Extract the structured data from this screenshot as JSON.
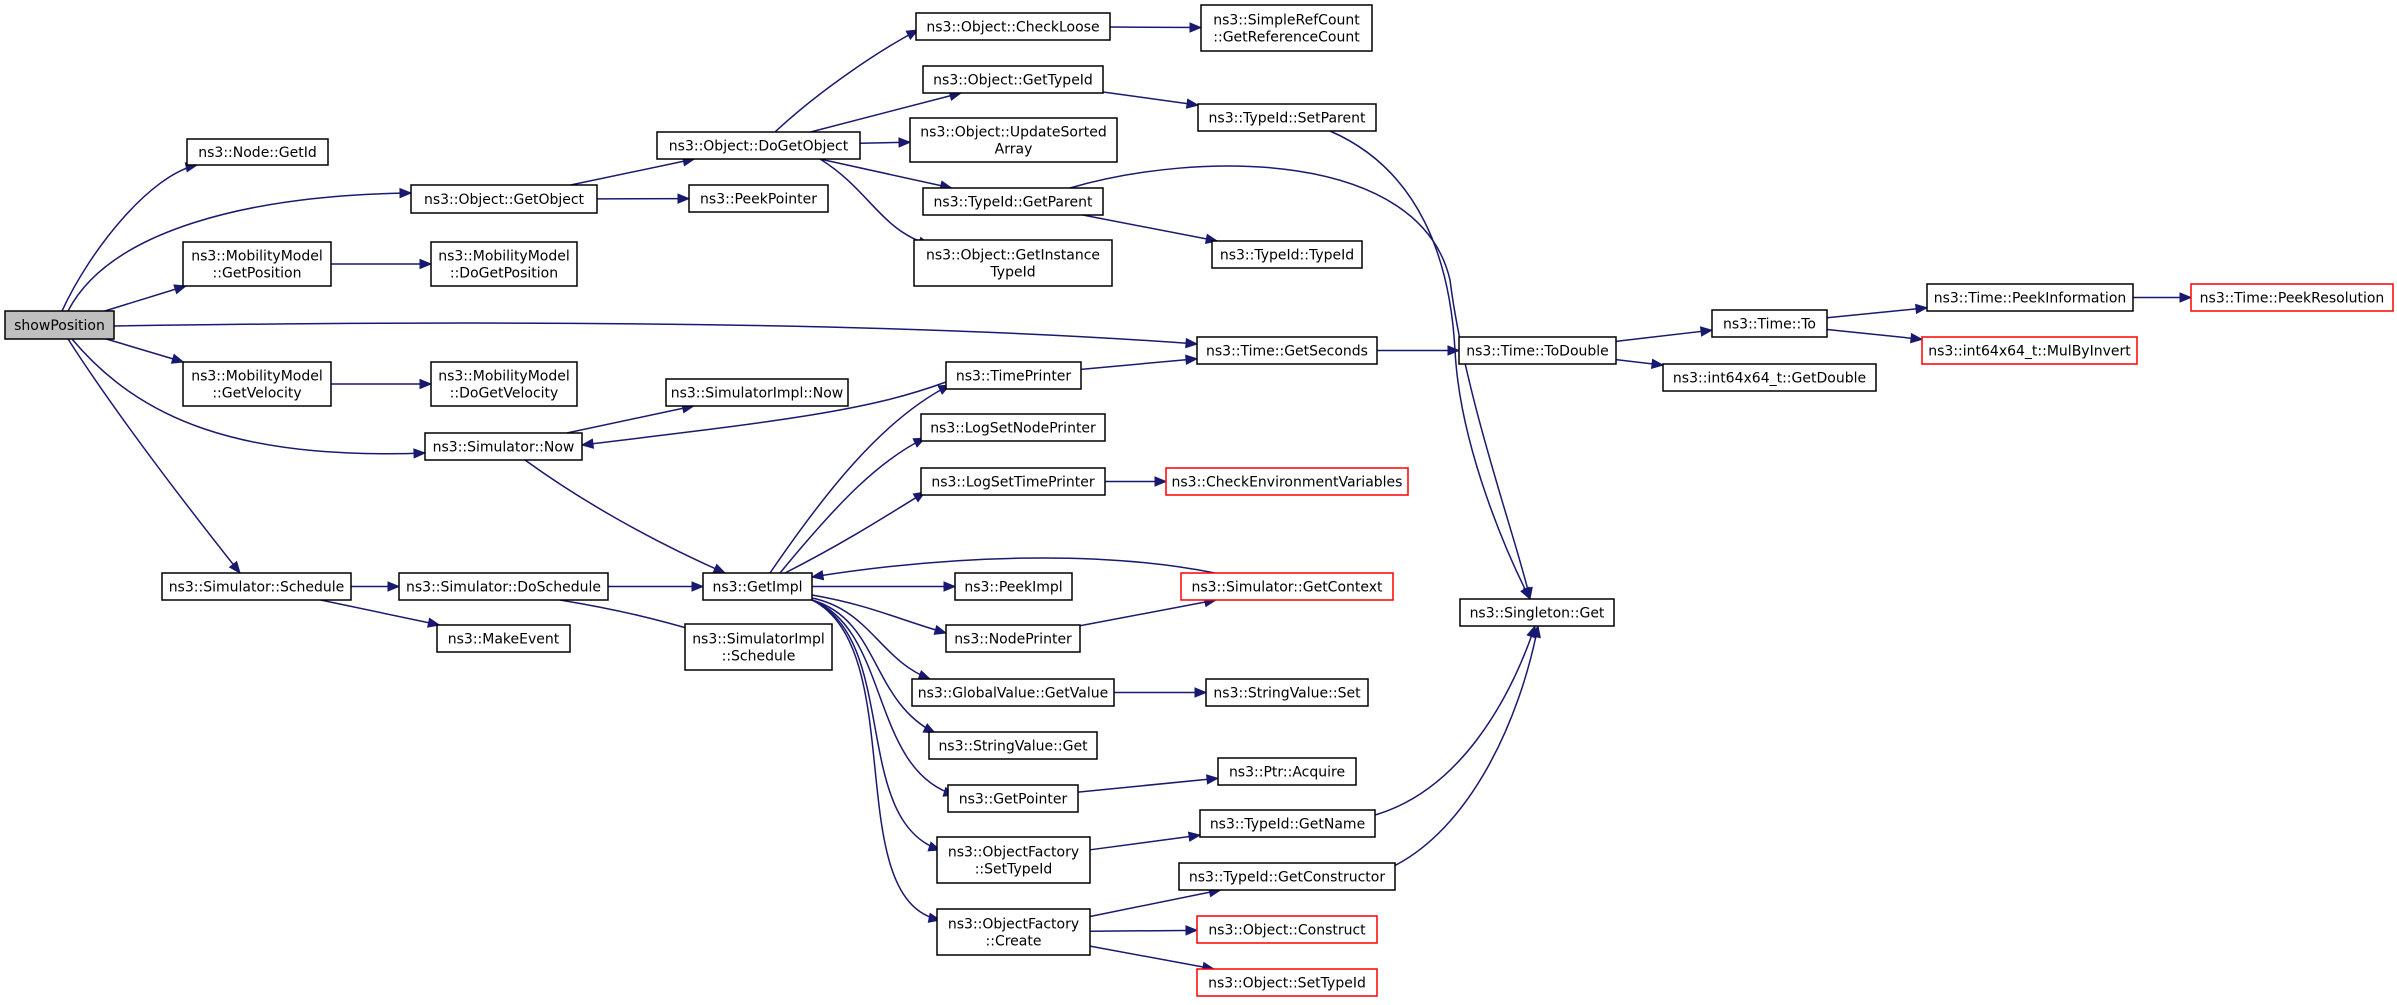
{
  "graph": {
    "nodes": [
      {
        "id": "showPosition",
        "lines": [
          "showPosition"
        ],
        "kind": "root"
      },
      {
        "id": "Node_GetId",
        "lines": [
          "ns3::Node::GetId"
        ]
      },
      {
        "id": "Object_GetObject",
        "lines": [
          "ns3::Object::GetObject"
        ]
      },
      {
        "id": "MobilityModel_GetPosition",
        "lines": [
          "ns3::MobilityModel",
          "::GetPosition"
        ]
      },
      {
        "id": "MobilityModel_GetVelocity",
        "lines": [
          "ns3::MobilityModel",
          "::GetVelocity"
        ]
      },
      {
        "id": "Simulator_Now",
        "lines": [
          "ns3::Simulator::Now"
        ]
      },
      {
        "id": "Simulator_Schedule",
        "lines": [
          "ns3::Simulator::Schedule"
        ]
      },
      {
        "id": "Object_DoGetObject",
        "lines": [
          "ns3::Object::DoGetObject"
        ]
      },
      {
        "id": "PeekPointer",
        "lines": [
          "ns3::PeekPointer"
        ]
      },
      {
        "id": "MobilityModel_DoGetPosition",
        "lines": [
          "ns3::MobilityModel",
          "::DoGetPosition"
        ]
      },
      {
        "id": "MobilityModel_DoGetVelocity",
        "lines": [
          "ns3::MobilityModel",
          "::DoGetVelocity"
        ]
      },
      {
        "id": "SimulatorImpl_Now",
        "lines": [
          "ns3::SimulatorImpl::Now"
        ]
      },
      {
        "id": "Simulator_DoSchedule",
        "lines": [
          "ns3::Simulator::DoSchedule"
        ]
      },
      {
        "id": "MakeEvent",
        "lines": [
          "ns3::MakeEvent"
        ]
      },
      {
        "id": "GetImpl",
        "lines": [
          "ns3::GetImpl"
        ]
      },
      {
        "id": "SimulatorImpl_Schedule",
        "lines": [
          "ns3::SimulatorImpl",
          "::Schedule"
        ]
      },
      {
        "id": "Object_CheckLoose",
        "lines": [
          "ns3::Object::CheckLoose"
        ]
      },
      {
        "id": "Object_GetTypeId",
        "lines": [
          "ns3::Object::GetTypeId"
        ]
      },
      {
        "id": "Object_UpdateSortedArray",
        "lines": [
          "ns3::Object::UpdateSorted",
          "Array"
        ]
      },
      {
        "id": "TypeId_GetParent",
        "lines": [
          "ns3::TypeId::GetParent"
        ]
      },
      {
        "id": "Object_GetInstanceTypeId",
        "lines": [
          "ns3::Object::GetInstance",
          "TypeId"
        ]
      },
      {
        "id": "TimePrinter",
        "lines": [
          "ns3::TimePrinter"
        ]
      },
      {
        "id": "LogSetNodePrinter",
        "lines": [
          "ns3::LogSetNodePrinter"
        ]
      },
      {
        "id": "LogSetTimePrinter",
        "lines": [
          "ns3::LogSetTimePrinter"
        ]
      },
      {
        "id": "PeekImpl",
        "lines": [
          "ns3::PeekImpl"
        ]
      },
      {
        "id": "NodePrinter",
        "lines": [
          "ns3::NodePrinter"
        ]
      },
      {
        "id": "GlobalValue_GetValue",
        "lines": [
          "ns3::GlobalValue::GetValue"
        ]
      },
      {
        "id": "StringValue_Get",
        "lines": [
          "ns3::StringValue::Get"
        ]
      },
      {
        "id": "GetPointer",
        "lines": [
          "ns3::GetPointer"
        ]
      },
      {
        "id": "ObjectFactory_SetTypeId",
        "lines": [
          "ns3::ObjectFactory",
          "::SetTypeId"
        ]
      },
      {
        "id": "ObjectFactory_Create",
        "lines": [
          "ns3::ObjectFactory",
          "::Create"
        ]
      },
      {
        "id": "SimpleRefCount_GetReferenceCount",
        "lines": [
          "ns3::SimpleRefCount",
          "::GetReferenceCount"
        ]
      },
      {
        "id": "TypeId_SetParent",
        "lines": [
          "ns3::TypeId::SetParent"
        ]
      },
      {
        "id": "TypeId_TypeId",
        "lines": [
          "ns3::TypeId::TypeId"
        ]
      },
      {
        "id": "Time_GetSeconds",
        "lines": [
          "ns3::Time::GetSeconds"
        ]
      },
      {
        "id": "CheckEnvironmentVariables",
        "lines": [
          "ns3::CheckEnvironmentVariables"
        ],
        "kind": "trunc"
      },
      {
        "id": "Simulator_GetContext",
        "lines": [
          "ns3::Simulator::GetContext"
        ],
        "kind": "trunc"
      },
      {
        "id": "StringValue_Set",
        "lines": [
          "ns3::StringValue::Set"
        ]
      },
      {
        "id": "Ptr_Acquire",
        "lines": [
          "ns3::Ptr::Acquire"
        ]
      },
      {
        "id": "TypeId_GetName",
        "lines": [
          "ns3::TypeId::GetName"
        ]
      },
      {
        "id": "TypeId_GetConstructor",
        "lines": [
          "ns3::TypeId::GetConstructor"
        ]
      },
      {
        "id": "Object_Construct",
        "lines": [
          "ns3::Object::Construct"
        ],
        "kind": "trunc"
      },
      {
        "id": "Object_SetTypeId",
        "lines": [
          "ns3::Object::SetTypeId"
        ],
        "kind": "trunc"
      },
      {
        "id": "Time_ToDouble",
        "lines": [
          "ns3::Time::ToDouble"
        ]
      },
      {
        "id": "Singleton_Get",
        "lines": [
          "ns3::Singleton::Get"
        ]
      },
      {
        "id": "Time_To",
        "lines": [
          "ns3::Time::To"
        ]
      },
      {
        "id": "int64x64_GetDouble",
        "lines": [
          "ns3::int64x64_t::GetDouble"
        ]
      },
      {
        "id": "Time_PeekInformation",
        "lines": [
          "ns3::Time::PeekInformation"
        ]
      },
      {
        "id": "int64x64_MulByInvert",
        "lines": [
          "ns3::int64x64_t::MulByInvert"
        ],
        "kind": "trunc"
      },
      {
        "id": "Time_PeekResolution",
        "lines": [
          "ns3::Time::PeekResolution"
        ],
        "kind": "trunc"
      }
    ],
    "edges": [
      [
        "showPosition",
        "Node_GetId"
      ],
      [
        "showPosition",
        "Object_GetObject"
      ],
      [
        "showPosition",
        "MobilityModel_GetPosition"
      ],
      [
        "showPosition",
        "Time_GetSeconds"
      ],
      [
        "showPosition",
        "MobilityModel_GetVelocity"
      ],
      [
        "showPosition",
        "Simulator_Now"
      ],
      [
        "showPosition",
        "Simulator_Schedule"
      ],
      [
        "Object_GetObject",
        "Object_DoGetObject"
      ],
      [
        "Object_GetObject",
        "PeekPointer"
      ],
      [
        "MobilityModel_GetPosition",
        "MobilityModel_DoGetPosition"
      ],
      [
        "MobilityModel_GetVelocity",
        "MobilityModel_DoGetVelocity"
      ],
      [
        "Simulator_Now",
        "SimulatorImpl_Now"
      ],
      [
        "Simulator_Now",
        "GetImpl"
      ],
      [
        "TimePrinter",
        "Simulator_Now"
      ],
      [
        "Simulator_Schedule",
        "Simulator_DoSchedule"
      ],
      [
        "Simulator_Schedule",
        "MakeEvent"
      ],
      [
        "Simulator_DoSchedule",
        "GetImpl"
      ],
      [
        "Simulator_DoSchedule",
        "SimulatorImpl_Schedule"
      ],
      [
        "Object_DoGetObject",
        "Object_CheckLoose"
      ],
      [
        "Object_DoGetObject",
        "Object_GetTypeId"
      ],
      [
        "Object_DoGetObject",
        "Object_UpdateSortedArray"
      ],
      [
        "Object_DoGetObject",
        "TypeId_GetParent"
      ],
      [
        "Object_DoGetObject",
        "Object_GetInstanceTypeId"
      ],
      [
        "Object_CheckLoose",
        "SimpleRefCount_GetReferenceCount"
      ],
      [
        "Object_GetTypeId",
        "TypeId_SetParent"
      ],
      [
        "TypeId_GetParent",
        "TypeId_TypeId"
      ],
      [
        "TypeId_GetParent",
        "Singleton_Get"
      ],
      [
        "TypeId_SetParent",
        "Singleton_Get"
      ],
      [
        "GetImpl",
        "TimePrinter"
      ],
      [
        "GetImpl",
        "LogSetNodePrinter"
      ],
      [
        "GetImpl",
        "LogSetTimePrinter"
      ],
      [
        "GetImpl",
        "PeekImpl"
      ],
      [
        "GetImpl",
        "NodePrinter"
      ],
      [
        "GetImpl",
        "GlobalValue_GetValue"
      ],
      [
        "GetImpl",
        "StringValue_Get"
      ],
      [
        "GetImpl",
        "GetPointer"
      ],
      [
        "GetImpl",
        "ObjectFactory_SetTypeId"
      ],
      [
        "GetImpl",
        "ObjectFactory_Create"
      ],
      [
        "Simulator_GetContext",
        "GetImpl"
      ],
      [
        "TimePrinter",
        "Time_GetSeconds"
      ],
      [
        "LogSetTimePrinter",
        "CheckEnvironmentVariables"
      ],
      [
        "NodePrinter",
        "Simulator_GetContext"
      ],
      [
        "GlobalValue_GetValue",
        "StringValue_Set"
      ],
      [
        "GetPointer",
        "Ptr_Acquire"
      ],
      [
        "ObjectFactory_SetTypeId",
        "TypeId_GetName"
      ],
      [
        "ObjectFactory_Create",
        "TypeId_GetConstructor"
      ],
      [
        "ObjectFactory_Create",
        "Object_Construct"
      ],
      [
        "ObjectFactory_Create",
        "Object_SetTypeId"
      ],
      [
        "TypeId_GetName",
        "Singleton_Get"
      ],
      [
        "TypeId_GetConstructor",
        "Singleton_Get"
      ],
      [
        "Time_GetSeconds",
        "Time_ToDouble"
      ],
      [
        "Time_ToDouble",
        "Time_To"
      ],
      [
        "Time_ToDouble",
        "int64x64_GetDouble"
      ],
      [
        "Time_To",
        "Time_PeekInformation"
      ],
      [
        "Time_To",
        "int64x64_MulByInvert"
      ],
      [
        "Time_PeekInformation",
        "Time_PeekResolution"
      ]
    ]
  }
}
